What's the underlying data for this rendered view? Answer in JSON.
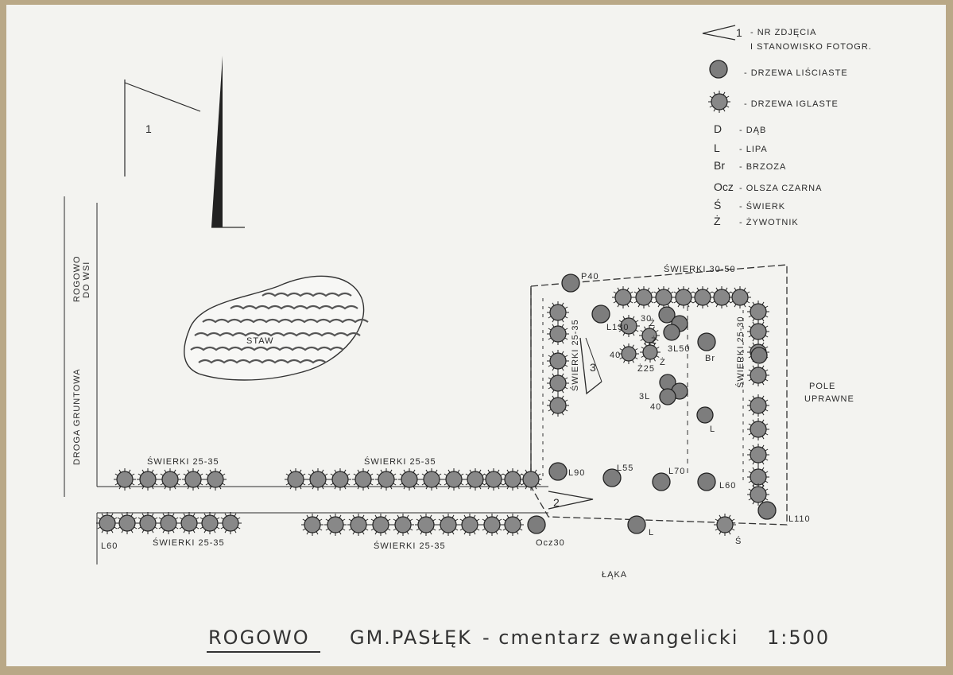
{
  "legend": {
    "photo_marker_label": "1",
    "photo_marker_text_1": "- NR ZDJĘCIA",
    "photo_marker_text_2": "I STANOWISKO FOTOGR.",
    "deciduous": "- DRZEWA LIŚCIASTE",
    "coniferous": "- DRZEWA IGLASTE",
    "abbreviations": [
      {
        "code": "D",
        "text": "- DĄB"
      },
      {
        "code": "L",
        "text": "- LIPA"
      },
      {
        "code": "Br",
        "text": "- BRZOZA"
      },
      {
        "code": "Ocz",
        "text": "- OLSZA CZARNA"
      },
      {
        "code": "Ś",
        "text": "- ŚWIERK"
      },
      {
        "code": "Ż",
        "text": "- ŻYWOTNIK"
      }
    ]
  },
  "map": {
    "road_label_1": "DO WSI",
    "road_label_2": "ROGOWO",
    "dirt_road": "DROGA GRUNTOWA",
    "pond": "STAW",
    "field_1": "POLE",
    "field_2": "UPRAWNE",
    "meadow": "ŁĄKA",
    "photo_1": "1",
    "photo_2": "2",
    "photo_3": "3",
    "spruce_upper_left": "ŚWIERKI 25-35",
    "spruce_upper_mid": "ŚWIERKI 25-35",
    "spruce_lower_left": "ŚWIERKI 25-35",
    "spruce_lower_mid": "ŚWIERKI 25-35",
    "spruce_top": "ŚWIERKI 30-50",
    "spruce_left_col": "ŚWIERKI 25-35",
    "spruce_right_col": "ŚWIERKI 25-30",
    "labels": {
      "p40": "P40",
      "l130": "L130",
      "n30": "30",
      "n40": "40",
      "z_a": "Ż",
      "z25": "Ż25",
      "z_b": "Ż",
      "z_c": "Ż",
      "l3_50": "3L50",
      "br": "Br",
      "l3_40a": "3L",
      "l3_40b": "40",
      "l_mid": "L",
      "l90": "L90",
      "l55": "L55",
      "l70": "L70",
      "l60_in": "L60",
      "l110": "L110",
      "l_gate": "L",
      "s_gate": "Ś",
      "l60_out": "L60",
      "ocz30": "Ocz30"
    }
  },
  "title": {
    "place": "ROGOWO",
    "commune": "GM.PASŁĘK",
    "subject": "- cmentarz ewangelicki",
    "scale": "1:500"
  }
}
